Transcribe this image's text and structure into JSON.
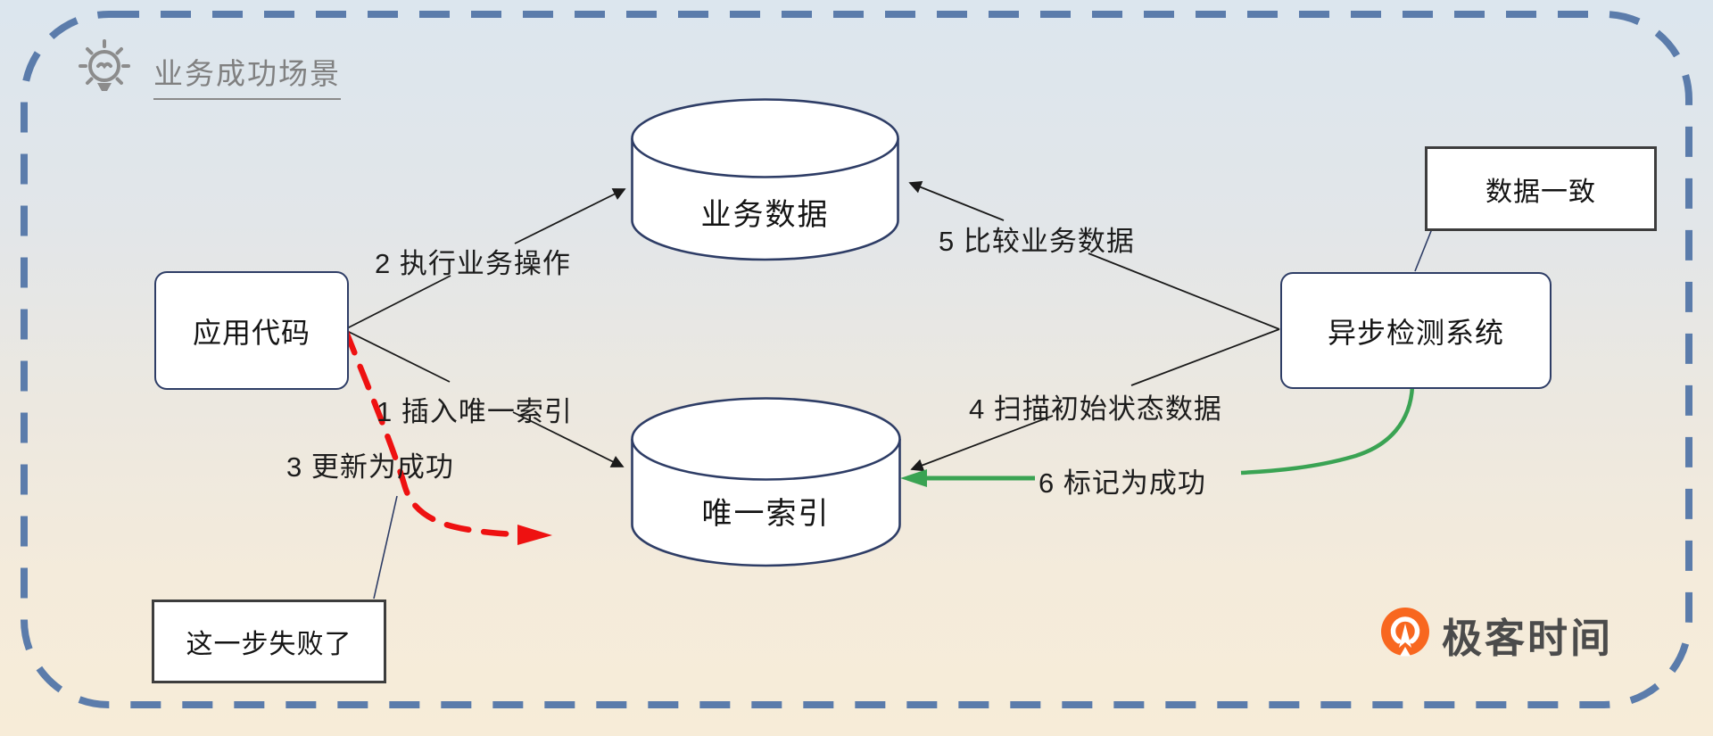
{
  "scene": {
    "title": "业务成功场景"
  },
  "nodes": {
    "business_data": {
      "label": "业务数据",
      "shape": "cylinder"
    },
    "unique_index": {
      "label": "唯一索引",
      "shape": "cylinder"
    },
    "app_code": {
      "label": "应用代码",
      "shape": "rounded-rect"
    },
    "async_detect": {
      "label": "异步检测系统",
      "shape": "rounded-rect"
    },
    "data_consistent": {
      "label": "数据一致",
      "shape": "rect"
    },
    "step_failed": {
      "label": "这一步失败了",
      "shape": "rect"
    }
  },
  "edges": {
    "e1": {
      "label": "1 插入唯一索引",
      "from": "app_code",
      "to": "unique_index",
      "style": "solid-black-arrow"
    },
    "e2": {
      "label": "2 执行业务操作",
      "from": "app_code",
      "to": "business_data",
      "style": "solid-black-arrow"
    },
    "e3": {
      "label": "3 更新为成功",
      "from": "app_code",
      "to": "unique_index",
      "style": "red-dashed-curved-arrow"
    },
    "e4": {
      "label": "4 扫描初始状态数据",
      "from": "async_detect",
      "to": "unique_index",
      "style": "solid-black-arrow"
    },
    "e5": {
      "label": "5 比较业务数据",
      "from": "async_detect",
      "to": "business_data",
      "style": "solid-black-arrow"
    },
    "e6": {
      "label": "6 标记为成功",
      "from": "async_detect",
      "to": "unique_index",
      "style": "green-curved-arrow"
    }
  },
  "branding": {
    "logo_text": "极客时间"
  },
  "colors": {
    "border_dash_blue": "#5b7cab",
    "node_border_navy": "#2e3d66",
    "annotation_border_gray": "#3d3d3d",
    "arrow_black": "#1a1a1a",
    "arrow_red": "#ee1111",
    "arrow_green": "#3aa353",
    "logo_orange": "#f8671f",
    "title_gray": "#808080",
    "bg_top": "#dce6ee",
    "bg_bottom": "#f7ecd8"
  }
}
